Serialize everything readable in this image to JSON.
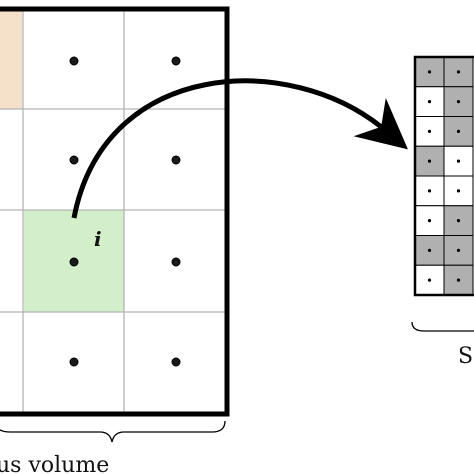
{
  "left_panel": {
    "cell_label": "i",
    "caption": "us volume",
    "colors": {
      "highlight_cell": "#d3efc9",
      "partial_cell": "#f5e0c9",
      "grid": "#b4b4b4",
      "dot": "#1a1a1a"
    }
  },
  "right_panel": {
    "caption": "S",
    "cell_colors": {
      "shaded": "#b0b0b0",
      "plain": "#ffffff"
    },
    "rows": [
      [
        "shaded",
        "shaded"
      ],
      [
        "plain",
        "shaded"
      ],
      [
        "plain",
        "shaded"
      ],
      [
        "shaded",
        "plain"
      ],
      [
        "plain",
        "plain"
      ],
      [
        "plain",
        "shaded"
      ],
      [
        "shaded",
        "shaded"
      ],
      [
        "plain",
        "shaded"
      ]
    ]
  },
  "arrow_icon": "curved-arrow-icon"
}
